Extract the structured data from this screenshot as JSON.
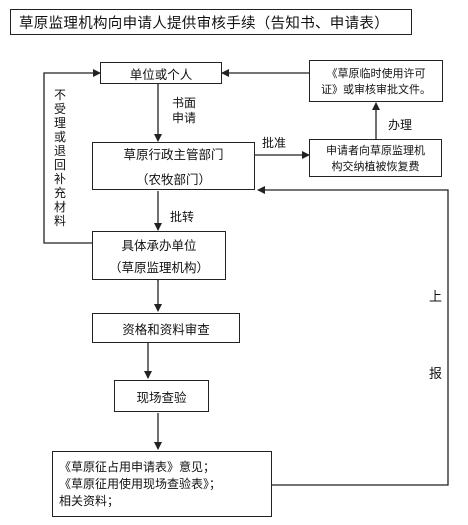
{
  "title": "草原监理机构向申请人提供审核手续（告知书、申请表）",
  "nodes": {
    "applicant": "单位或个人",
    "dept_line1": "草原行政主管部门",
    "dept_line2": "（农牧部门）",
    "unit_line1": "具体承办单位",
    "unit_line2": "（草原监理机构）",
    "review": "资格和资料审查",
    "inspection": "现场查验",
    "docs_line1": "《草原征占用申请表》意见；",
    "docs_line2": "《草原征用使用现场查验表》；",
    "docs_line3": "相关资料；",
    "license_line1": "《草原临时使用许可",
    "license_line2": "证》或审核审批文件。",
    "fee_line1": "申请者向草原监理机",
    "fee_line2": "构交纳植被恢复费"
  },
  "labels": {
    "written_apply_1": "书面",
    "written_apply_2": "申请",
    "approve": "批准",
    "handle": "办理",
    "transfer": "批转",
    "return_or_supplement": "不受理或退回补充材料",
    "report_up_1": "上",
    "report_up_2": "报"
  }
}
